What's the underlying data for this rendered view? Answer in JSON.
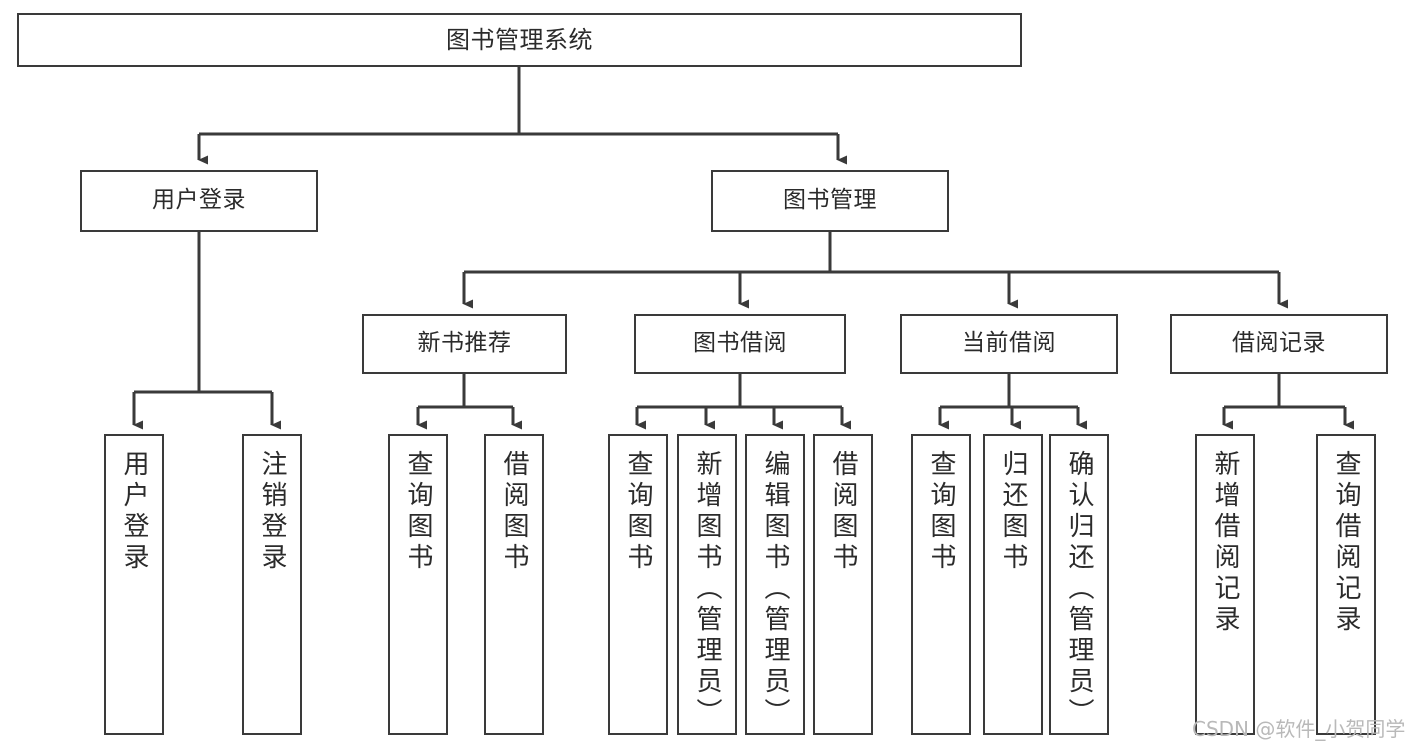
{
  "diagram": {
    "title": "图书管理系统",
    "watermark": "CSDN @软件_小贺同学",
    "line_color": "#3a3a3a",
    "text_color": "#2b2b2b",
    "background": "#ffffff"
  },
  "nodes": {
    "root": {
      "label": "图书管理系统"
    },
    "level2": [
      {
        "label": "用户登录"
      },
      {
        "label": "图书管理"
      }
    ],
    "level3": [
      {
        "label": "新书推荐"
      },
      {
        "label": "图书借阅"
      },
      {
        "label": "当前借阅"
      },
      {
        "label": "借阅记录"
      }
    ],
    "leaves": [
      {
        "label": "用户登录"
      },
      {
        "label": "注销登录"
      },
      {
        "label": "查询图书"
      },
      {
        "label": "借阅图书"
      },
      {
        "label": "查询图书"
      },
      {
        "label": "新增图书（管理员）"
      },
      {
        "label": "编辑图书（管理员）"
      },
      {
        "label": "借阅图书"
      },
      {
        "label": "查询图书"
      },
      {
        "label": "归还图书"
      },
      {
        "label": "确认归还（管理员）"
      },
      {
        "label": "新增借阅记录"
      },
      {
        "label": "查询借阅记录"
      }
    ]
  }
}
